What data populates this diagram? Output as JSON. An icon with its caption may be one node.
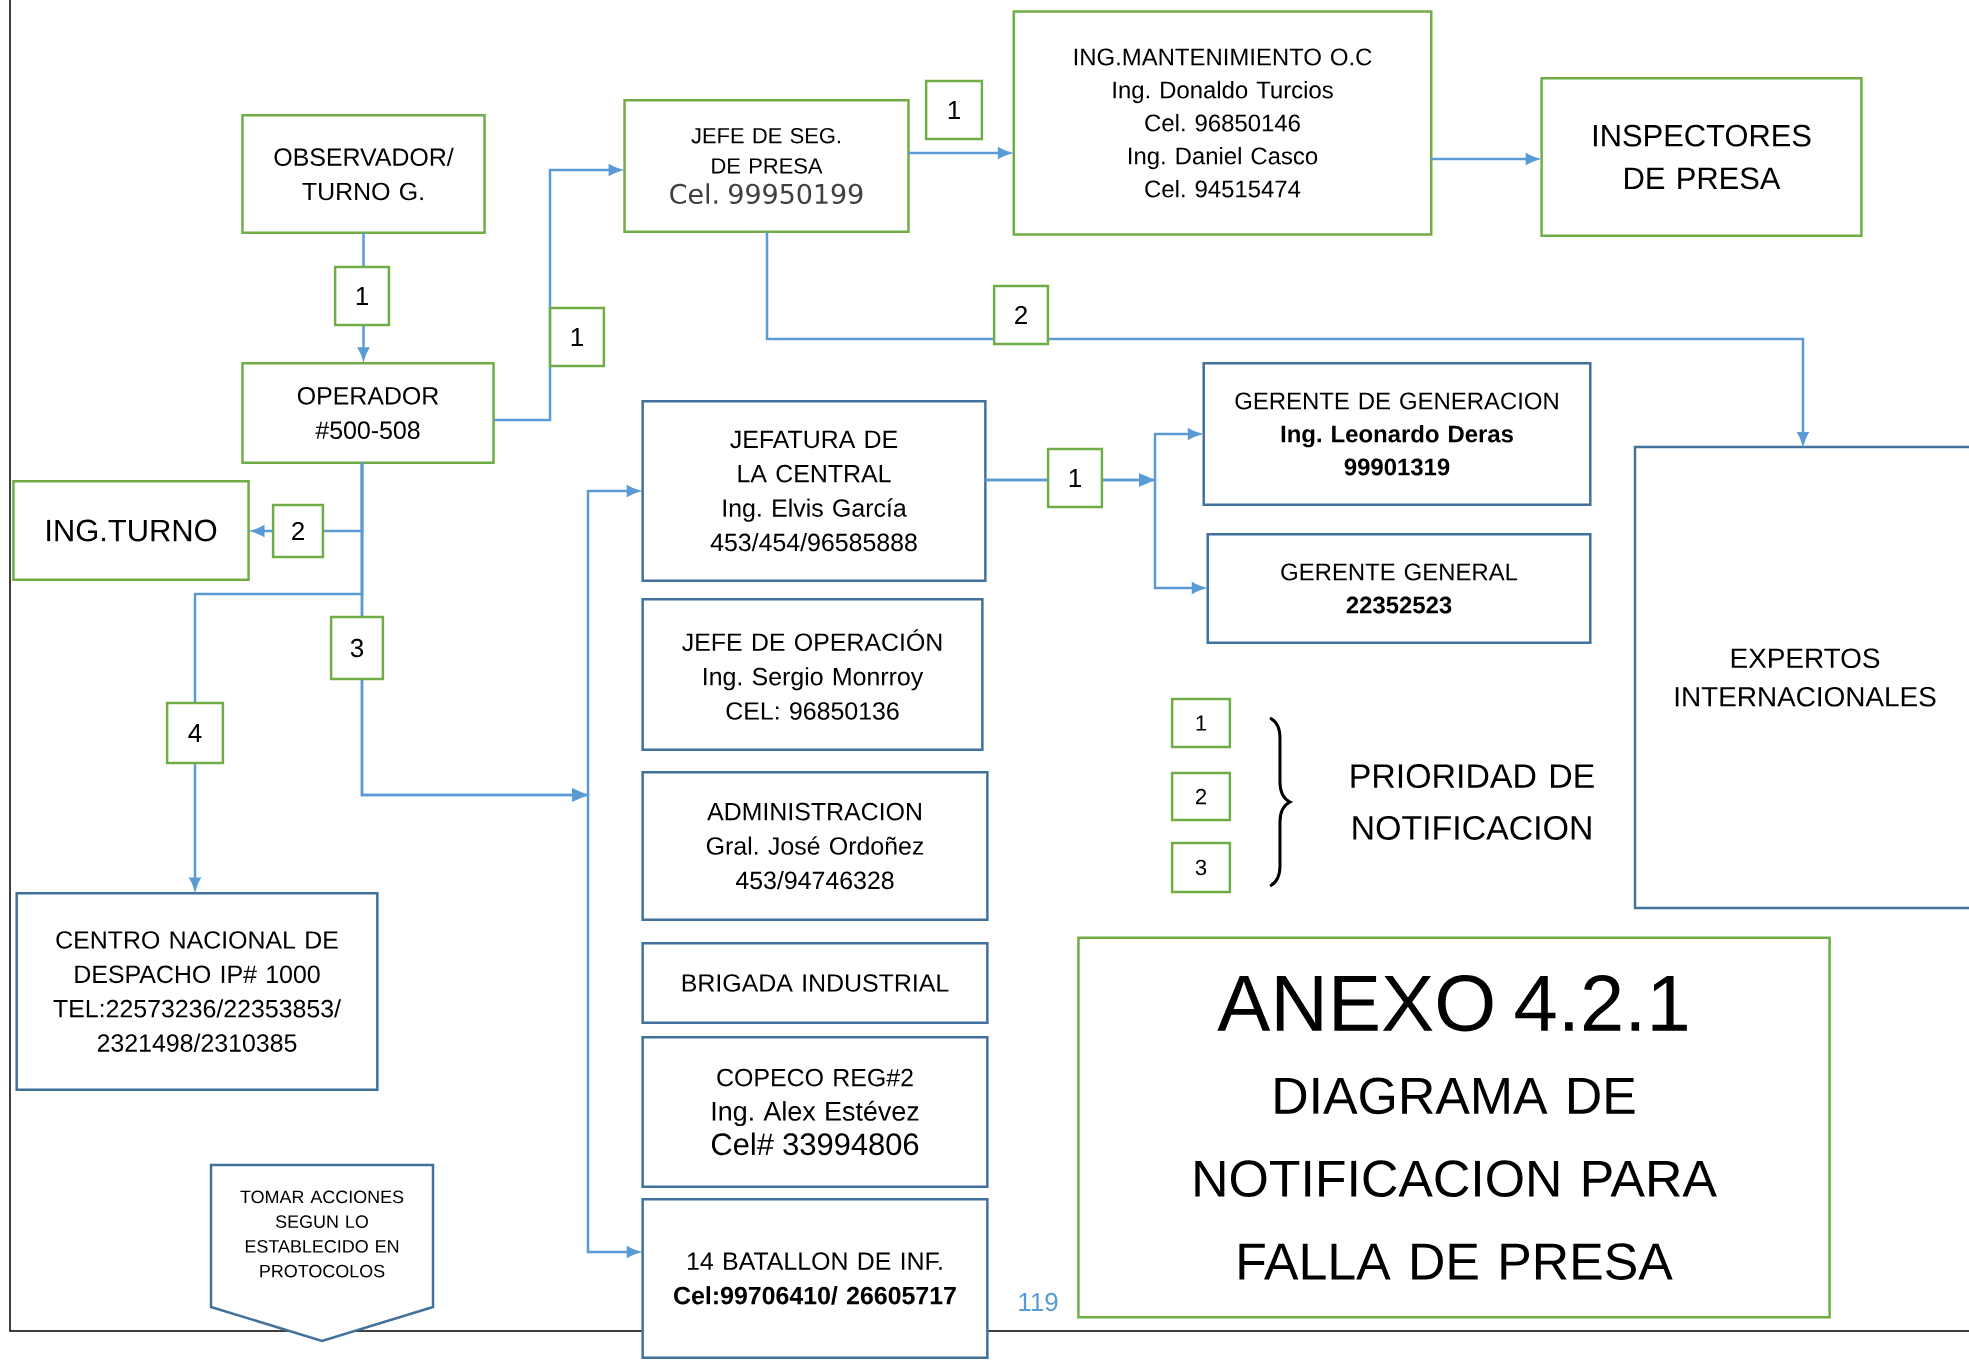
{
  "diagram": {
    "nodes": [
      {
        "text": [
          "OBSERVADOR/ TURNO G."
        ]
      },
      {
        "text": [
          "OPERADOR #500-508"
        ]
      },
      {
        "text": [
          "ING.TURNO"
        ]
      },
      {
        "text": [
          "JEFE DE SEG. DE PRESA",
          "Cel. 99950199"
        ]
      },
      {
        "text": [
          "ING.MANTENIMIENTO O.C",
          "Ing. Donaldo Turcios",
          "Cel. 96850146",
          "Ing. Daniel Casco",
          "Cel. 94515474"
        ]
      },
      {
        "text": [
          "INSPECTORES DE PRESA"
        ]
      },
      {
        "text": [
          "JEFATURA DE LA CENTRAL",
          "Ing. Elvis García",
          "453/454/96585888"
        ]
      },
      {
        "text": [
          "JEFE DE OPERACIÓN",
          "Ing. Sergio Monrroy",
          "CEL: 96850136"
        ]
      },
      {
        "text": [
          "ADMINISTRACION",
          "Gral. José Ordoñez",
          "453/94746328"
        ]
      },
      {
        "text": [
          "BRIGADA INDUSTRIAL"
        ]
      },
      {
        "text": [
          "COPECO REG#2",
          "Ing. Alex Estévez",
          "Cel# 33994806"
        ]
      },
      {
        "text": [
          "14 BATALLON DE INF.",
          "Cel:99706410/ 26605717"
        ]
      },
      {
        "text": [
          "GERENTE DE GENERACION",
          "Ing. Leonardo Deras",
          "99901319"
        ]
      },
      {
        "text": [
          "GERENTE GENERAL",
          "22352523"
        ]
      },
      {
        "text": [
          "EXPERTOS INTERNACIONALES"
        ]
      },
      {
        "text": [
          "CENTRO NACIONAL DE DESPACHO IP# 1000",
          "TEL:22573236/22353853/2321498/2310385"
        ]
      },
      {
        "text": [
          "TOMAR ACCIONES SEGUN LO ESTABLECIDO EN PROTOCOLOS"
        ]
      },
      {
        "text": [
          "ANEXO 4.2.1",
          "DIAGRAMA DE NOTIFICACION PARA FALLA DE PRESA"
        ]
      },
      {
        "text": [
          "1"
        ]
      },
      {
        "text": [
          "2"
        ]
      },
      {
        "text": [
          "3"
        ]
      }
    ],
    "edges": [
      {
        "from": 0,
        "to": 1,
        "arrow": "to",
        "label": "1"
      },
      {
        "from": 1,
        "to": 3,
        "arrow": "to",
        "label": "1"
      },
      {
        "from": 1,
        "to": 2,
        "arrow": "to",
        "label": "2"
      },
      {
        "from": 1,
        "to": 15,
        "arrow": "to",
        "label": "4"
      },
      {
        "from": 1,
        "to": 6,
        "arrow": "to",
        "label": "3"
      },
      {
        "from": 1,
        "to": 11,
        "arrow": "to"
      },
      {
        "from": 3,
        "to": 4,
        "arrow": "to",
        "label": "1"
      },
      {
        "from": 4,
        "to": 5,
        "arrow": "to"
      },
      {
        "from": 3,
        "to": 14,
        "arrow": "to",
        "label": "2"
      },
      {
        "from": 6,
        "to": 12,
        "arrow": "to",
        "label": "1"
      },
      {
        "from": 6,
        "to": 13,
        "arrow": "to"
      }
    ],
    "labels": [
      "PRIORIDAD DE NOTIFICACION",
      "119"
    ]
  }
}
